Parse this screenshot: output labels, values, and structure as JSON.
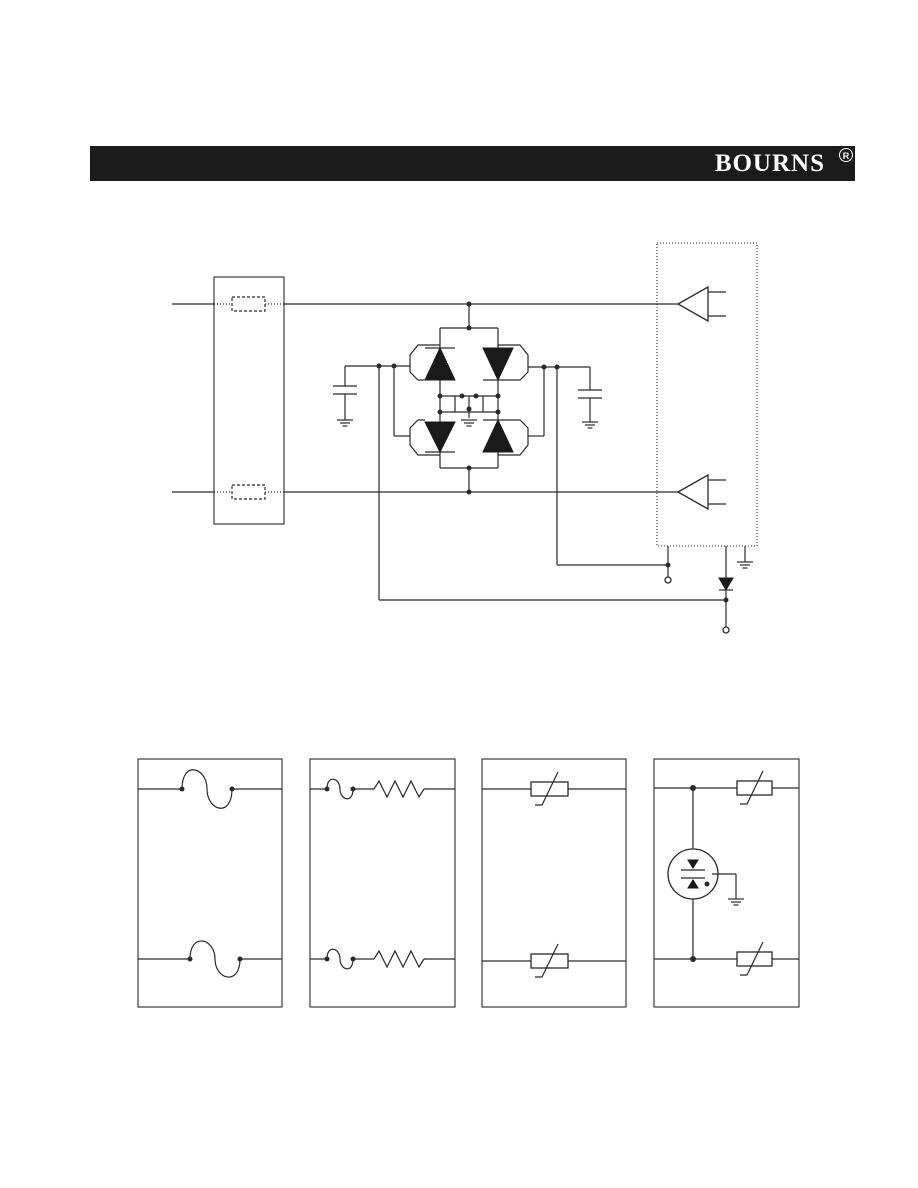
{
  "header": {
    "brand": "BOURNS",
    "registered_mark": "R",
    "banner_color": "#1b1b1b"
  },
  "main_circuit": {
    "components": [
      "line-protector-module",
      "series-resistors",
      "thyristor-bridge",
      "line-capacitors",
      "line-drivers",
      "ground-diode",
      "gate-terminals"
    ]
  },
  "protector_options": [
    "fuse",
    "fuse-and-resistor",
    "ptc-thermistor",
    "gas-discharge-tube-with-ptc"
  ]
}
